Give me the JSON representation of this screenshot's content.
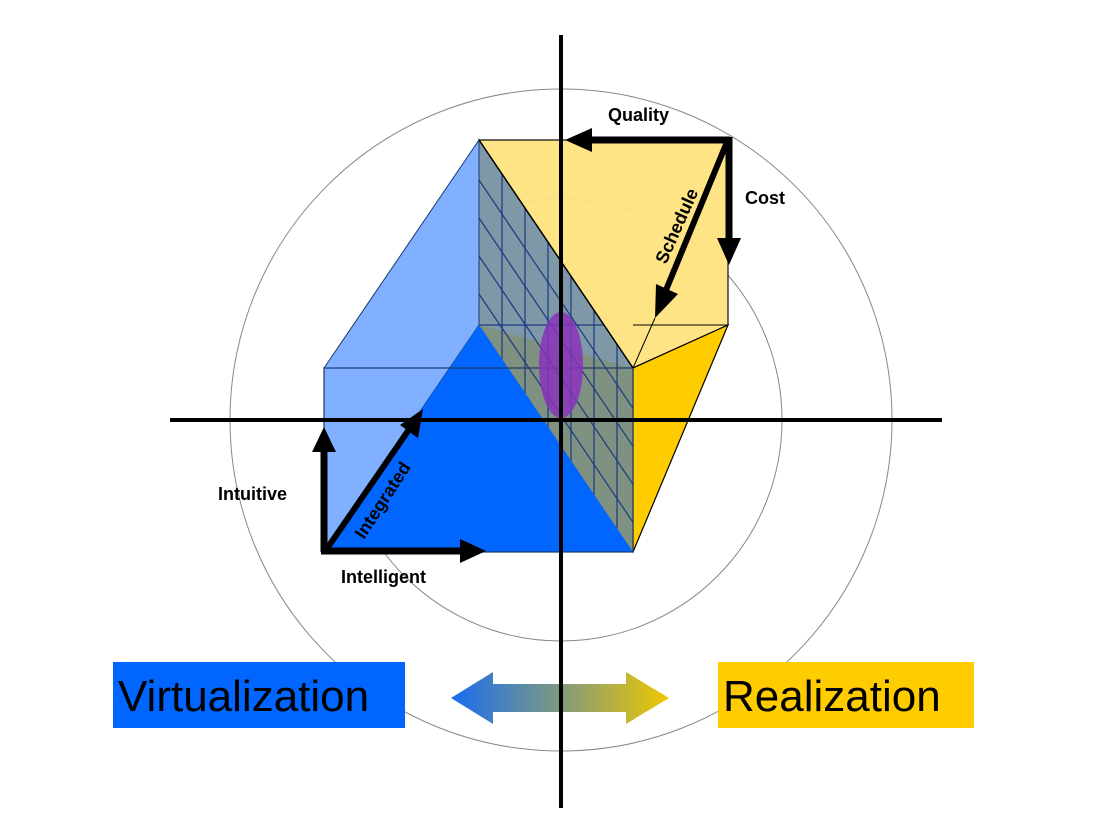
{
  "diagram": {
    "labels": {
      "quality": "Quality",
      "cost": "Cost",
      "schedule": "Schedule",
      "intuitive": "Intuitive",
      "integrated": "Integrated",
      "intelligent": "Intelligent"
    },
    "boxes": {
      "left": {
        "text": "Virtualization",
        "color": "#0066ff"
      },
      "right": {
        "text": "Realization",
        "color": "#ffcc00"
      }
    },
    "colors": {
      "blue_face": "#0066ff",
      "light_blue_face": "#80b0ff",
      "yellow_face": "#ffcc00",
      "light_yellow_face": "#ffe380",
      "grid_face": "#7f9180",
      "ellipse": "#8833bb",
      "axes": "#000000",
      "circles": "#888888"
    },
    "double_arrow": {
      "from_color": "#0066ff",
      "to_color": "#ffcc00"
    }
  }
}
